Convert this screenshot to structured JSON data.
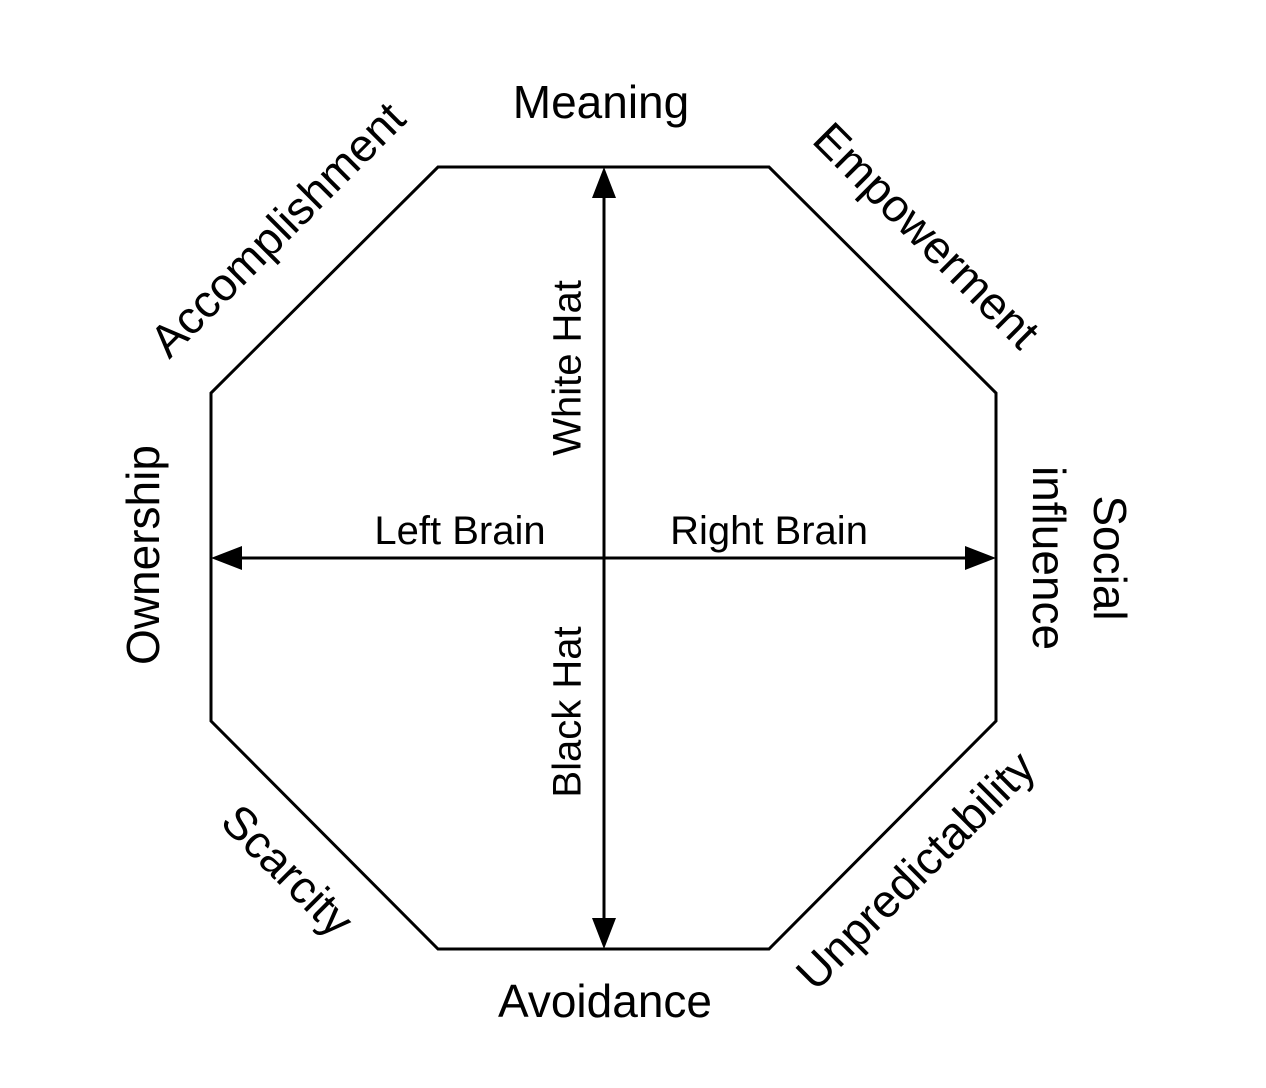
{
  "diagram": {
    "drives": {
      "top": "Meaning",
      "top_right": "Empowerment",
      "right_line1": "Social",
      "right_line2": "influence",
      "bottom_right": "Unpredictability",
      "bottom": "Avoidance",
      "bottom_left": "Scarcity",
      "left": "Ownership",
      "top_left": "Accomplishment"
    },
    "axes": {
      "up": "White Hat",
      "down": "Black Hat",
      "left": "Left Brain",
      "right": "Right Brain"
    }
  }
}
